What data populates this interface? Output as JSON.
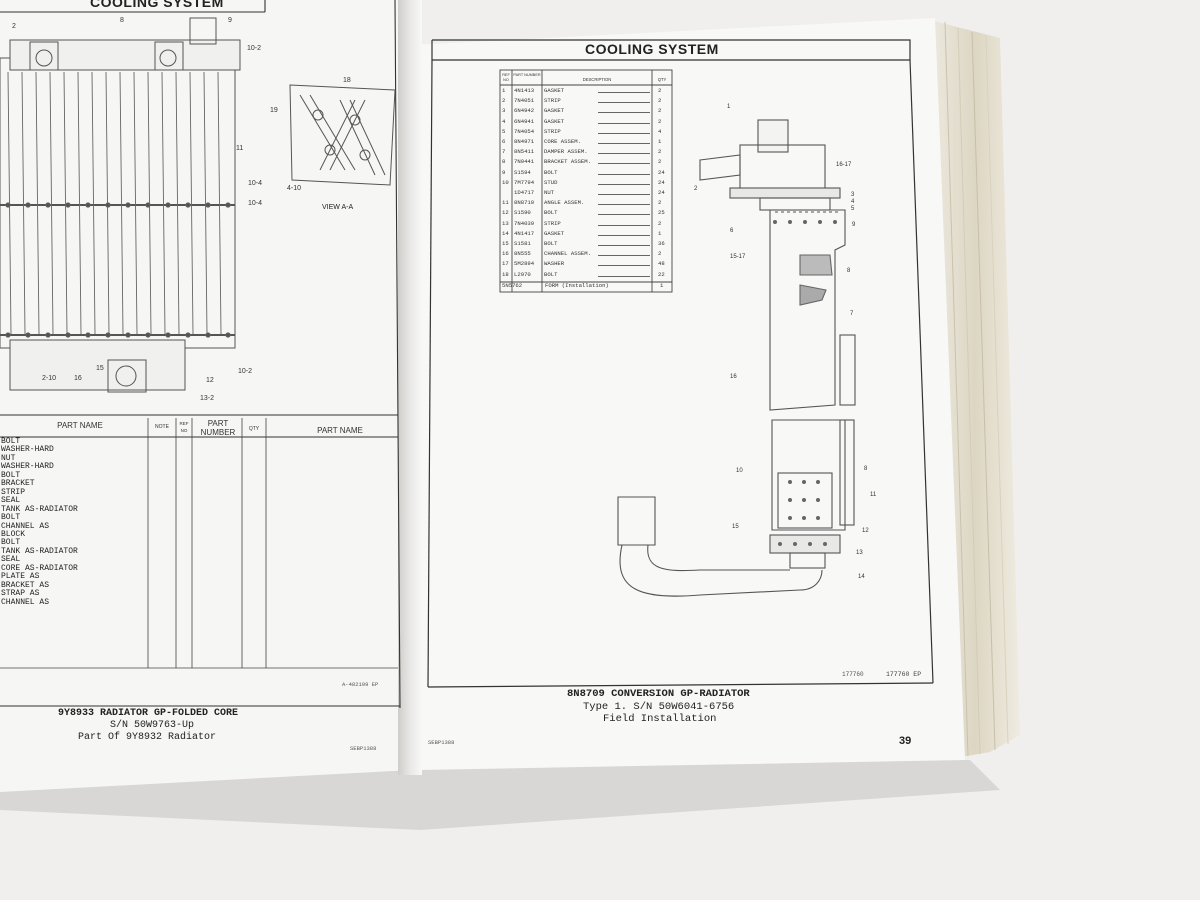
{
  "left_page": {
    "header": "COOLING SYSTEM",
    "table_headers": {
      "part_name": "PART NAME",
      "note": "NOTE",
      "ref_no": "REF NO",
      "part_number": "PART NUMBER",
      "qty": "QTY",
      "part_name_2": "PART NAME"
    },
    "part_names": [
      "BOLT",
      "WASHER-HARD",
      "NUT",
      "WASHER-HARD",
      "BOLT",
      "BRACKET",
      "STRIP",
      "SEAL",
      "TANK AS-RADIATOR",
      "BOLT",
      "CHANNEL AS",
      "BLOCK",
      "BOLT",
      "TANK AS-RADIATOR",
      "SEAL",
      "CORE AS-RADIATOR",
      "PLATE AS",
      "BRACKET AS",
      "STRAP AS",
      "CHANNEL AS"
    ],
    "callouts": [
      "2",
      "8",
      "9",
      "10-2",
      "11",
      "10-4",
      "10-4",
      "2-10",
      "16",
      "15",
      "12",
      "13-2",
      "10-2",
      "18",
      "19",
      "4-10"
    ],
    "view_label": "VIEW A-A",
    "ref_code": "A-482199 EP",
    "caption_line1": "9Y8933 RADIATOR GP-FOLDED CORE",
    "caption_line2": "S/N 50W9763-Up",
    "caption_line3": "Part Of 9Y8932 Radiator",
    "footer_code": "SEBP1388"
  },
  "right_page": {
    "header": "COOLING SYSTEM",
    "table_headers": {
      "ref_no": "REF NO",
      "part_number": "PART NUMBER",
      "description": "DESCRIPTION",
      "qty": "QTY"
    },
    "rows": [
      {
        "ref": "1",
        "part": "4N1413",
        "desc": "GASKET",
        "qty": "2"
      },
      {
        "ref": "2",
        "part": "7N4051",
        "desc": "STRIP",
        "qty": "2"
      },
      {
        "ref": "3",
        "part": "6N4942",
        "desc": "GASKET",
        "qty": "2"
      },
      {
        "ref": "4",
        "part": "6N4941",
        "desc": "GASKET",
        "qty": "2"
      },
      {
        "ref": "5",
        "part": "7N4054",
        "desc": "STRIP",
        "qty": "4"
      },
      {
        "ref": "6",
        "part": "8N4971",
        "desc": "CORE ASSEM.",
        "qty": "1"
      },
      {
        "ref": "7",
        "part": "8N5411",
        "desc": "DAMPER ASSEM.",
        "qty": "2"
      },
      {
        "ref": "8",
        "part": "7N9441",
        "desc": "BRACKET ASSEM.",
        "qty": "2"
      },
      {
        "ref": "9",
        "part": "S1594",
        "desc": "BOLT",
        "qty": "24"
      },
      {
        "ref": "10",
        "part": "7M7794",
        "desc": "STUD",
        "qty": "24"
      },
      {
        "ref": "",
        "part": "1D4717",
        "desc": "NUT",
        "qty": "24"
      },
      {
        "ref": "11",
        "part": "8N8710",
        "desc": "ANGLE ASSEM.",
        "qty": "2"
      },
      {
        "ref": "12",
        "part": "S1590",
        "desc": "BOLT",
        "qty": "25"
      },
      {
        "ref": "13",
        "part": "7N4039",
        "desc": "STRIP",
        "qty": "2"
      },
      {
        "ref": "14",
        "part": "4N1417",
        "desc": "GASKET",
        "qty": "1"
      },
      {
        "ref": "15",
        "part": "S1581",
        "desc": "BOLT",
        "qty": "36"
      },
      {
        "ref": "16",
        "part": "8N555",
        "desc": "CHANNEL ASSEM.",
        "qty": "2"
      },
      {
        "ref": "17",
        "part": "5M2894",
        "desc": "WASHER",
        "qty": "48"
      },
      {
        "ref": "18",
        "part": "L2970",
        "desc": "BOLT",
        "qty": "22"
      }
    ],
    "final_row": {
      "part": "5N5762",
      "desc": "FORM (Installation)",
      "qty": "1"
    },
    "callouts": [
      "1",
      "2",
      "3",
      "4",
      "6",
      "9",
      "15-17",
      "8",
      "7",
      "16",
      "10",
      "8",
      "11",
      "12",
      "15",
      "13",
      "14",
      "16-17",
      "5"
    ],
    "ref_code_a": "177760",
    "ref_code_b": "177760 EP",
    "caption_line1": "8N8709 CONVERSION GP-RADIATOR",
    "caption_line2": "Type 1. S/N 50W6041-6756",
    "caption_line3": "Field Installation",
    "footer_code": "SEBP1388",
    "page_number": "39"
  },
  "colors": {
    "paper": "#f7f7f5",
    "ink": "#222222",
    "background": "#f1efee",
    "book_edge": "#e6e1d2"
  }
}
